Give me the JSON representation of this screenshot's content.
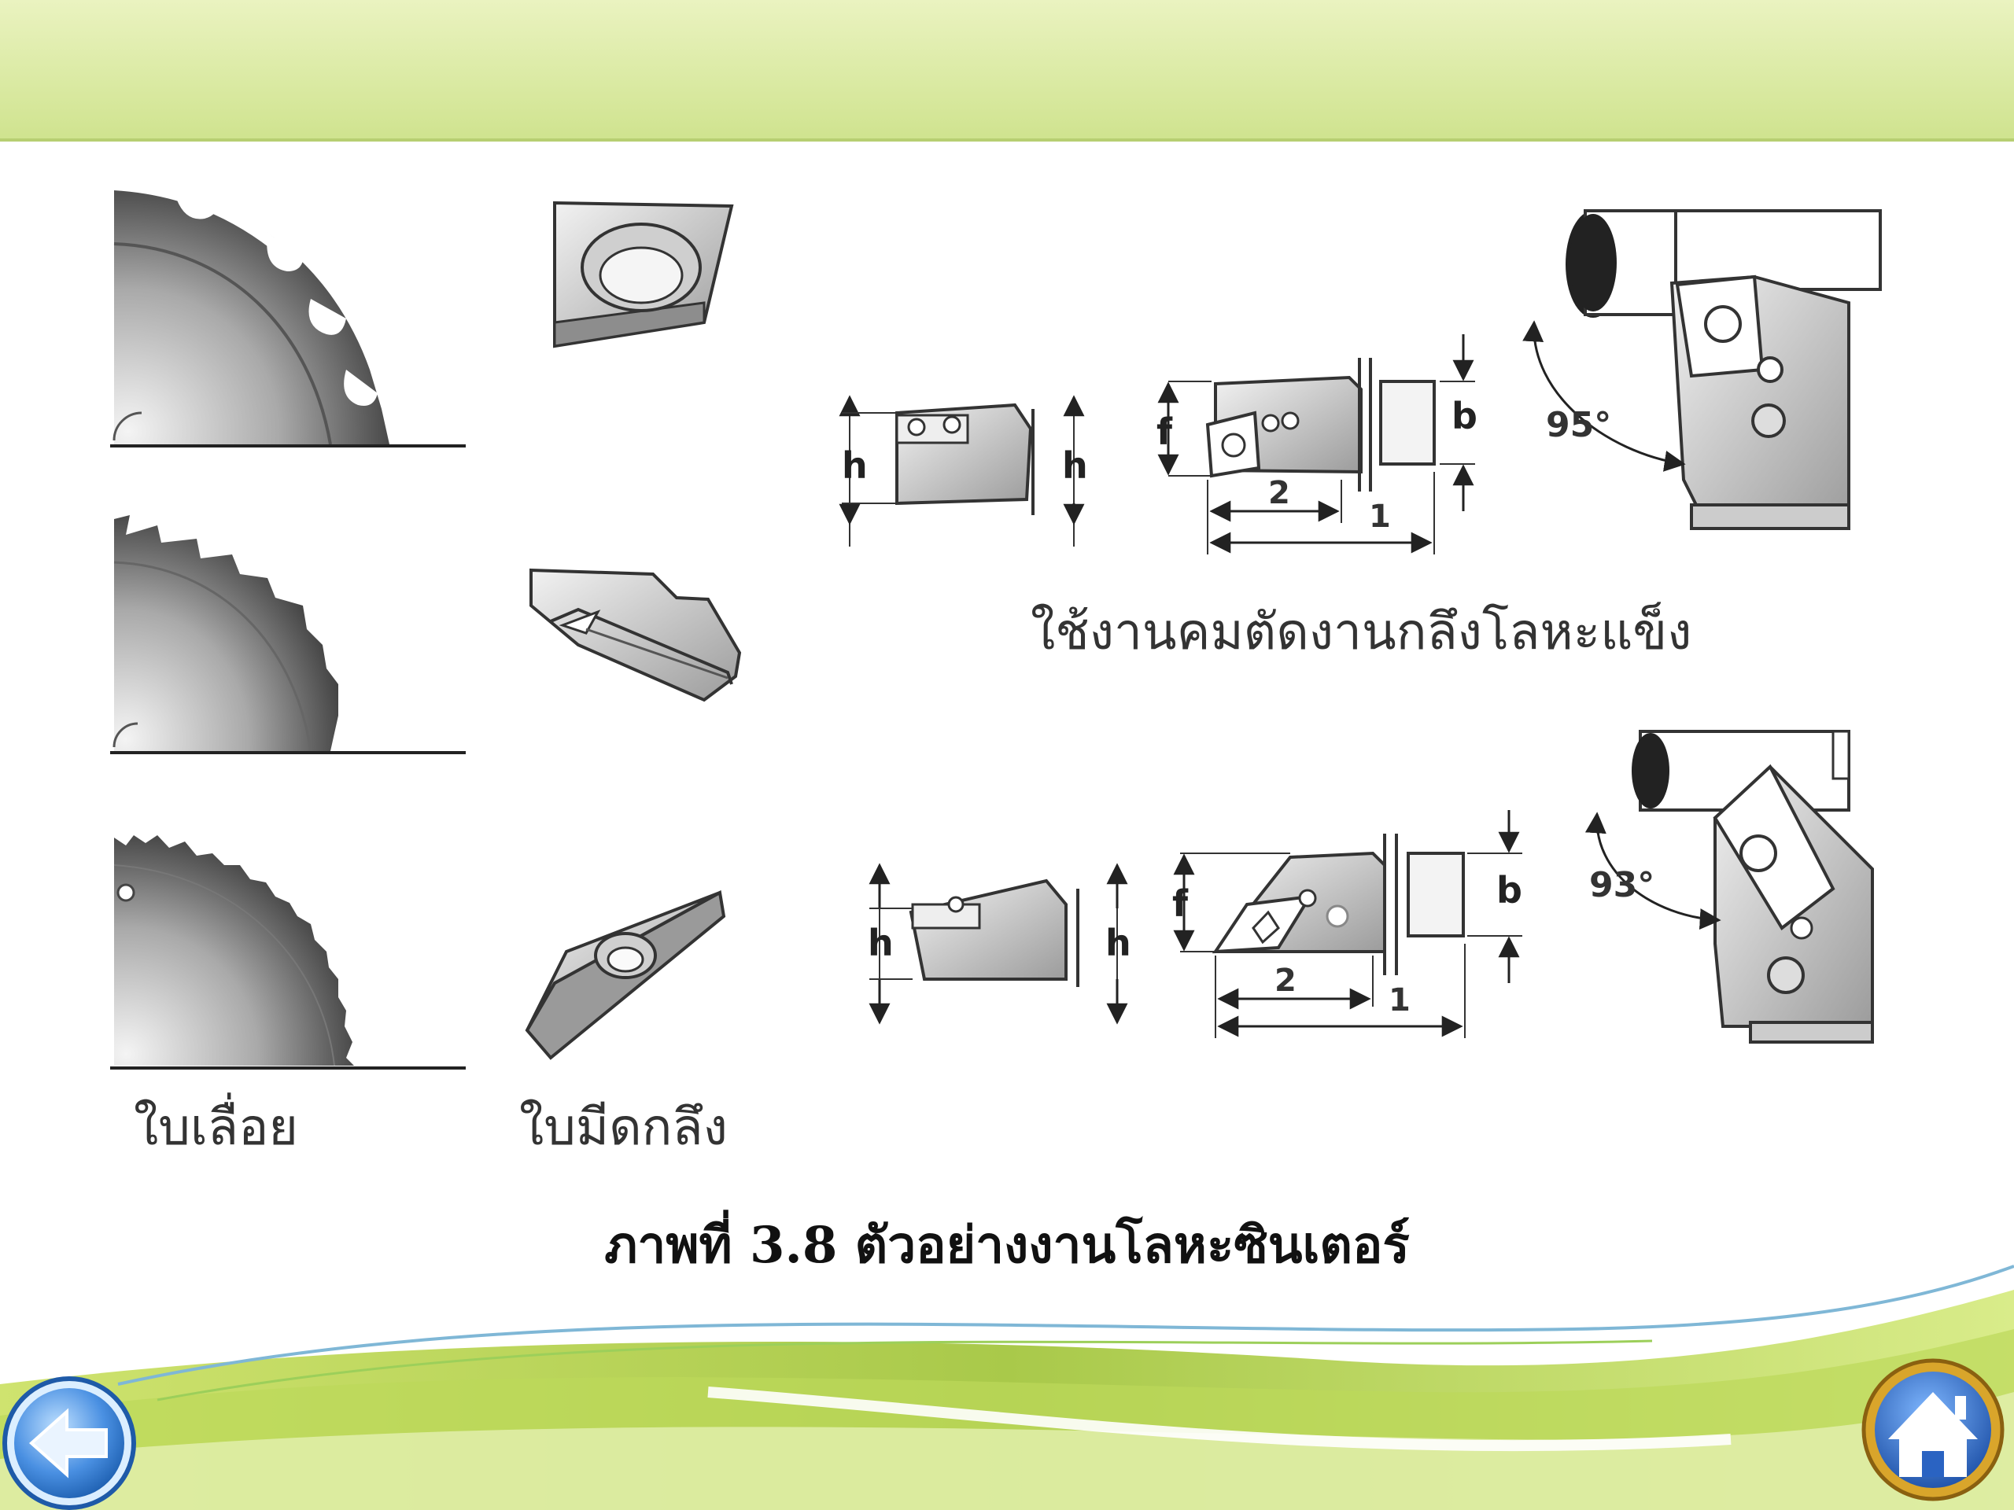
{
  "labels": {
    "saw_blade": "ใบเลื่อย",
    "cutting_insert": "ใบมีดกลึง",
    "hard_metal_turning": "ใช้งานคมตัดงานกลึงโลหะแข็ง"
  },
  "dimensions": {
    "h": "h",
    "f": "f",
    "b": "b",
    "one": "1",
    "two": "2",
    "angle_top": "95°",
    "angle_bottom": "93°"
  },
  "caption": "ภาพที่  3.8  ตัวอย่างงานโลหะซินเตอร์",
  "nav": {
    "back_icon": "back-arrow-icon",
    "home_icon": "home-icon"
  },
  "colors": {
    "header_green": "#d6e89a",
    "leaf_green": "#a6c94a",
    "nav_blue": "#2e74d1",
    "nav_gold": "#d9a52b"
  }
}
